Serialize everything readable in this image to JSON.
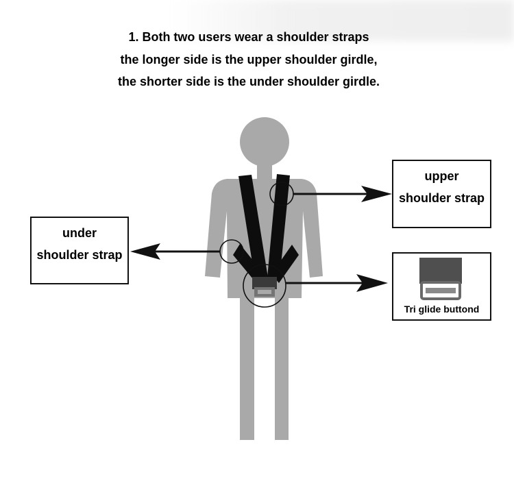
{
  "instructions": {
    "line_1": "1. Both two users wear a shoulder straps",
    "line_2": "the longer side is the upper shoulder girdle,",
    "line_3": "the shorter side is the under shoulder girdle."
  },
  "callouts": {
    "under_line_1": "under",
    "under_line_2": "shoulder strap",
    "upper_line_1": "upper",
    "upper_line_2": "shoulder strap",
    "triglide_caption": "Tri glide buttond"
  },
  "icons": {
    "figure": "person-silhouette-icon",
    "harness": "shoulder-harness-icon",
    "buckle": "tri-glide-buckle-icon"
  },
  "colors": {
    "silhouette": "#a9a9a9",
    "strap": "#0d0d0d",
    "buckle": "#4f4f4f",
    "border": "#111111"
  }
}
